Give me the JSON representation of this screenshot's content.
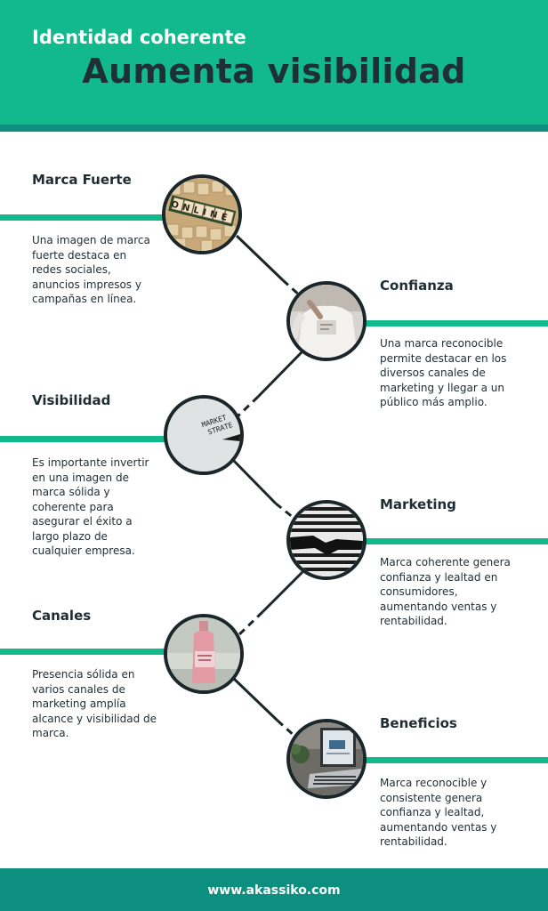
{
  "header": {
    "subtitle": "Identidad coherente",
    "title": "Aumenta visibilidad"
  },
  "items": [
    {
      "heading": "Marca Fuerte",
      "text": "Una imagen de marca fuerte destaca en redes sociales, anuncios impresos y campañas en línea.",
      "image": "scrabble-tiles-online-icon",
      "tile_word": "ONLINE"
    },
    {
      "heading": "Confianza",
      "text": "Una marca reconocible permite destacar en los diversos canales de marketing y llegar a un público más amplio.",
      "image": "person-tshirt-photo-icon"
    },
    {
      "heading": "Visibilidad",
      "text": "Es importante invertir en una imagen de marca sólida y coherente para asegurar el éxito a largo plazo de cualquier empresa.",
      "image": "whiteboard-marker-icon",
      "board_text": [
        "MARKET",
        "STRATE"
      ]
    },
    {
      "heading": "Marketing",
      "text": "Marca coherente genera confianza y lealtad en consumidores, aumentando ventas y rentabilidad.",
      "image": "handshake-silhouette-icon"
    },
    {
      "heading": "Canales",
      "text": "Presencia sólida en varios canales de marketing amplía alcance y visibilidad de marca.",
      "image": "pink-bottle-photo-icon"
    },
    {
      "heading": "Beneficios",
      "text": "Marca reconocible y consistente genera confianza y lealtad, aumentando ventas y rentabilidad.",
      "image": "laptop-desk-photo-icon"
    }
  ],
  "footer": {
    "url": "www.akassiko.com"
  },
  "colors": {
    "accent": "#12b98c",
    "accent_dark": "#0d8f80",
    "text": "#1f2d33",
    "circle_border": "#1b262b"
  }
}
